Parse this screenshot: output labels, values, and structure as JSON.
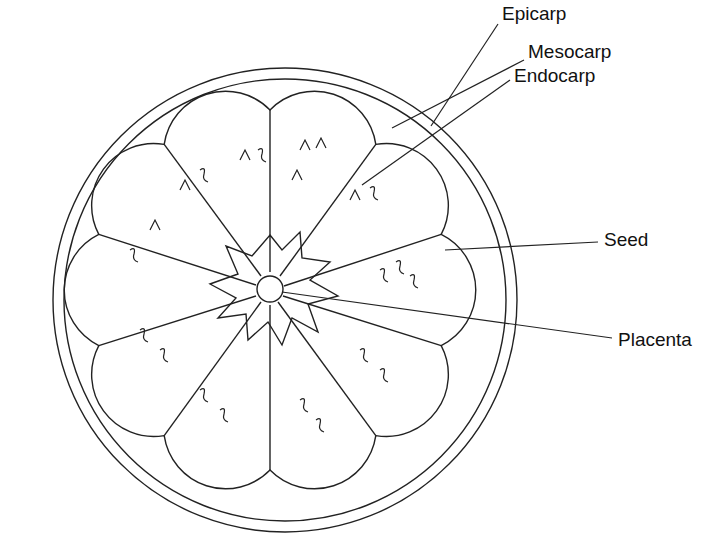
{
  "diagram": {
    "labels": [
      "Epicarp",
      "Mesocarp",
      "Endocarp",
      "Seed",
      "Placenta"
    ]
  }
}
